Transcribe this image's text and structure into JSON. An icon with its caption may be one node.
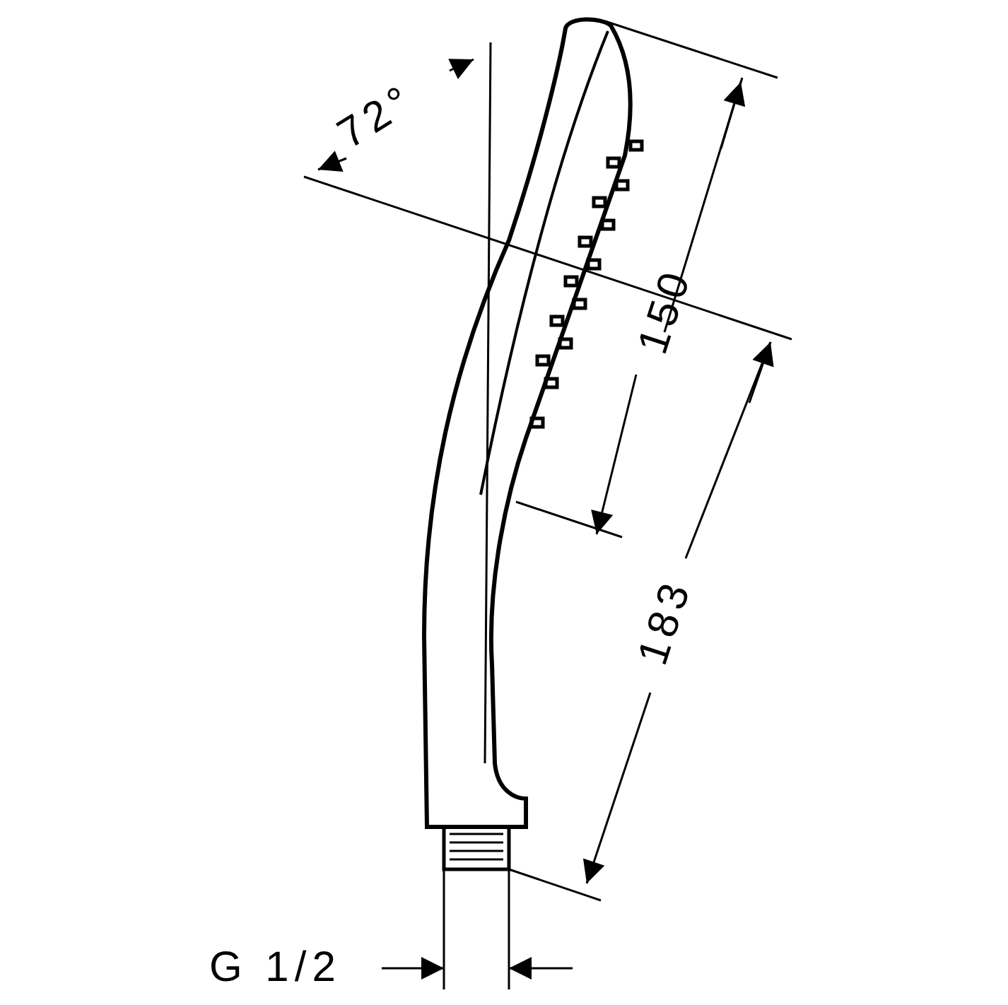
{
  "diagram": {
    "labels": [
      "72°",
      "150",
      "183",
      "G 1/2"
    ]
  }
}
